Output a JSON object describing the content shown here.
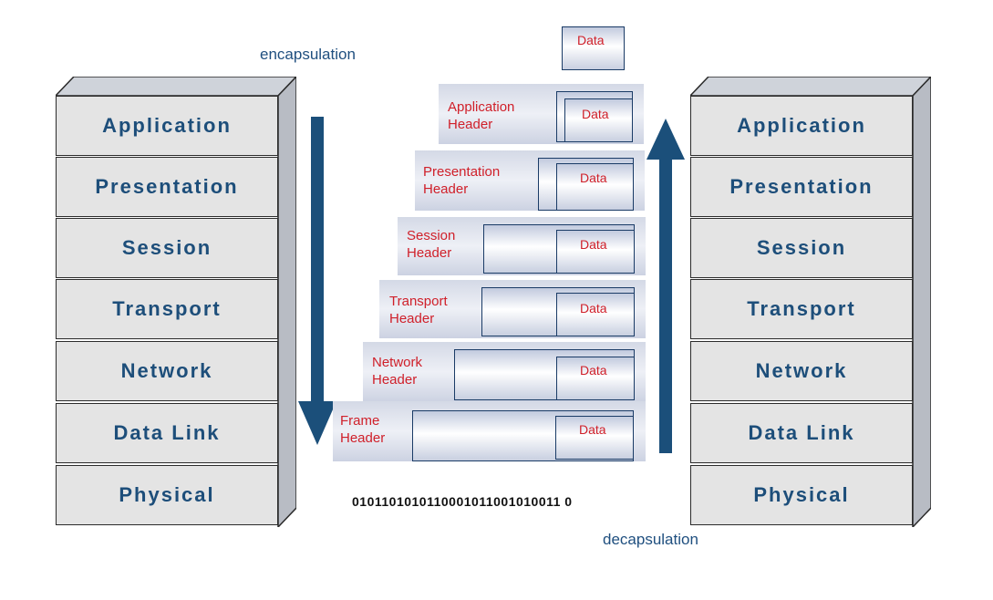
{
  "captions": {
    "encapsulation": "encapsulation",
    "decapsulation": "decapsulation"
  },
  "layers": [
    "Application",
    "Presentation",
    "Session",
    "Transport",
    "Network",
    "Data Link",
    "Physical"
  ],
  "top_data": "Data",
  "packets": [
    {
      "header": "Application\nHeader",
      "data": "Data"
    },
    {
      "header": "Presentation\nHeader",
      "data": "Data"
    },
    {
      "header": "Session\nHeader",
      "data": "Data"
    },
    {
      "header": "Transport\nHeader",
      "data": "Data"
    },
    {
      "header": "Network\nHeader",
      "data": "Data"
    },
    {
      "header": "Frame\nHeader",
      "data": "Data"
    }
  ],
  "bitstream": "0101101010110001011001010011 0",
  "colors": {
    "layer_text": "#1d4e7a",
    "arrow": "#1b4f7a",
    "header_text": "#d0202a"
  }
}
